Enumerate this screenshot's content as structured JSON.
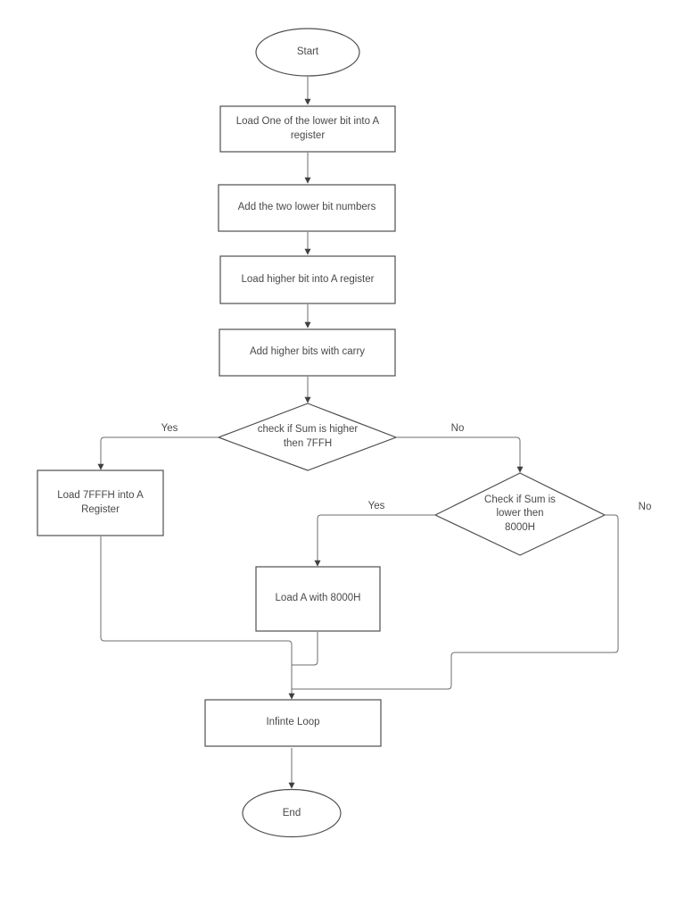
{
  "flowchart": {
    "nodes": {
      "start": {
        "label": "Start",
        "type": "terminator"
      },
      "load_lower": {
        "label": "Load One of the lower bit into A register",
        "type": "process"
      },
      "add_lower": {
        "label": "Add the two lower bit numbers",
        "type": "process"
      },
      "load_higher": {
        "label": "Load higher bit into A register",
        "type": "process"
      },
      "add_higher": {
        "label": "Add higher bits with carry",
        "type": "process"
      },
      "check_higher": {
        "label": "check if Sum is higher then 7FFH",
        "type": "decision"
      },
      "load_7fffh": {
        "label": "Load 7FFFH into A Register",
        "type": "process"
      },
      "check_lower": {
        "label": "Check if Sum is lower then 8000H",
        "type": "decision"
      },
      "load_8000h": {
        "label": "Load A with 8000H",
        "type": "process"
      },
      "infinite_loop": {
        "label": "Infinte Loop",
        "type": "process"
      },
      "end": {
        "label": "End",
        "type": "terminator"
      }
    },
    "edge_labels": {
      "check_higher_yes": "Yes",
      "check_higher_no": "No",
      "check_lower_yes": "Yes",
      "check_lower_no": "No"
    },
    "colors": {
      "background": "#ffffff",
      "shape_stroke": "#4e4f51",
      "connector_stroke": "#6d6e70",
      "arrowhead": "#3f4042",
      "text": "#48494b"
    }
  }
}
